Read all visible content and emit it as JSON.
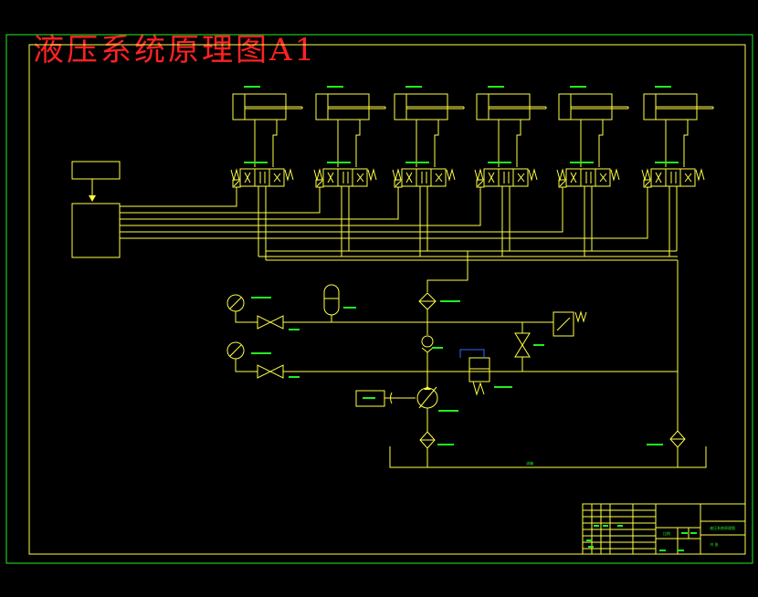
{
  "title": "液压系统原理图A1",
  "colors": {
    "line": "#ffff44",
    "label": "#22ee22",
    "title": "#ff2222",
    "frame": "#22ee22",
    "background": "#000000"
  },
  "main_tank_label": "油箱",
  "title_block": {
    "drawing_name": "液压系统原理图",
    "scale": "比例",
    "sheet": "共 张"
  }
}
